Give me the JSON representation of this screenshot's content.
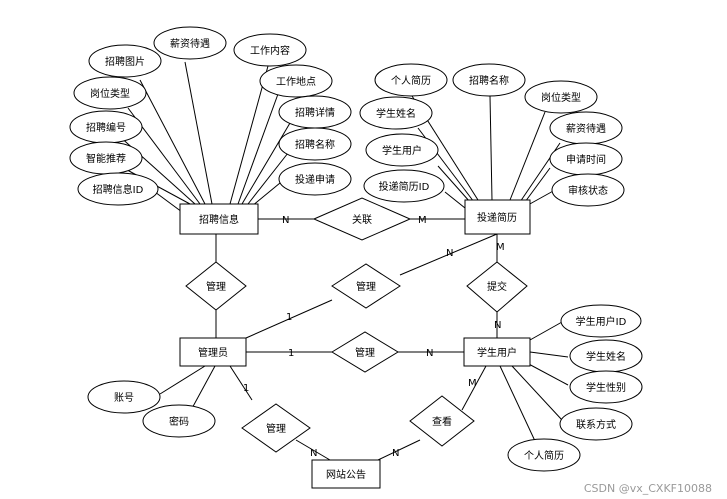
{
  "entities": {
    "recruit": "招聘信息",
    "resume": "投递简历",
    "admin": "管理员",
    "student": "学生用户",
    "notice": "网站公告"
  },
  "relations": {
    "assoc": "关联",
    "manage_recruit": "管理",
    "manage_resume": "管理",
    "submit": "提交",
    "manage_student": "管理",
    "manage_notice": "管理",
    "view": "查看"
  },
  "attributes": {
    "recruit": [
      "招聘图片",
      "薪资待遇",
      "工作内容",
      "岗位类型",
      "工作地点",
      "招聘编号",
      "招聘详情",
      "智能推荐",
      "招聘名称",
      "投递申请",
      "招聘信息ID"
    ],
    "resume": [
      "个人简历",
      "招聘名称",
      "岗位类型",
      "学生姓名",
      "薪资待遇",
      "学生用户",
      "申请时间",
      "投递简历ID",
      "审核状态"
    ],
    "student": [
      "学生用户ID",
      "学生姓名",
      "学生性别",
      "联系方式",
      "个人简历"
    ],
    "admin": [
      "账号",
      "密码"
    ]
  },
  "cardinalities": {
    "assoc_recruit": "N",
    "assoc_resume": "M",
    "manage_resume_resume": "N",
    "manage_resume_admin": "1",
    "submit_resume": "M",
    "submit_student": "N",
    "manage_student_admin": "1",
    "manage_student_student": "N",
    "manage_notice_admin": "1",
    "manage_notice_notice": "N",
    "view_notice": "N",
    "view_student": "M"
  },
  "watermark": "CSDN @vx_CXKF10088"
}
